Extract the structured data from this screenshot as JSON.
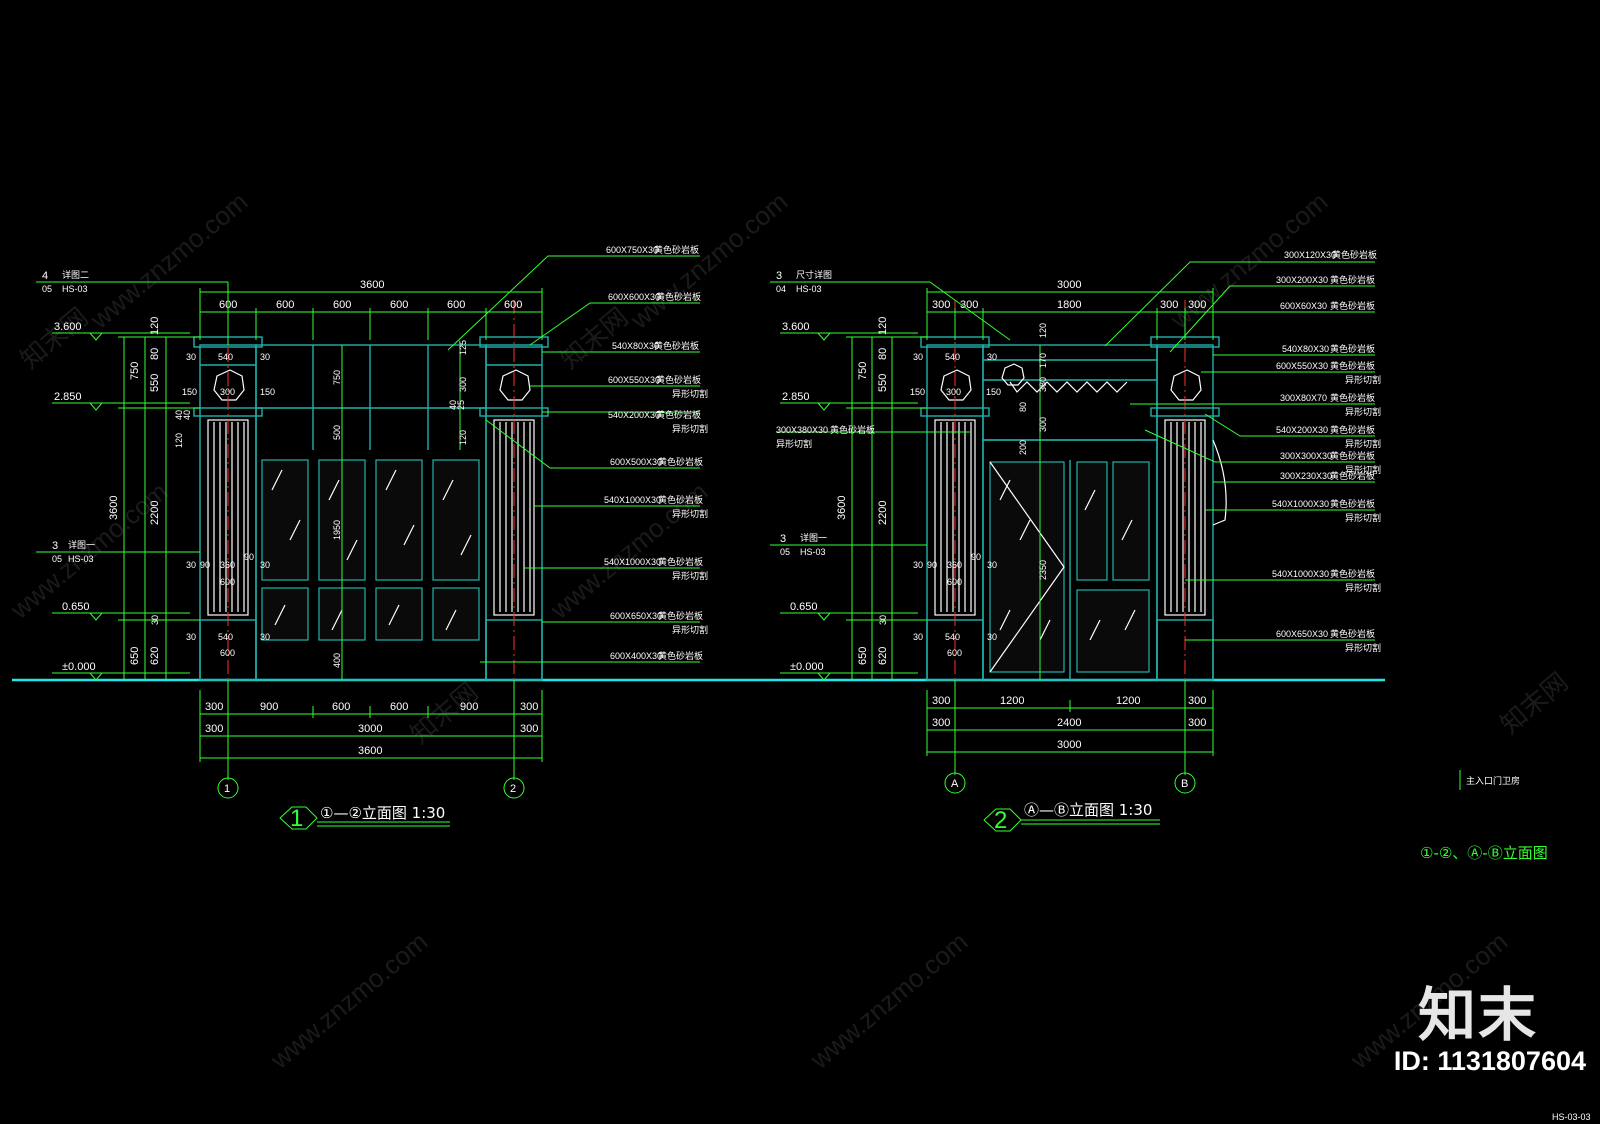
{
  "elevation_left": {
    "title": "①—②立面图 1:30",
    "number": "1",
    "axis_left": "1",
    "axis_right": "2",
    "detail_top": {
      "number": "4",
      "sheet": "05",
      "ref": "HS-03",
      "note": "详图二"
    },
    "detail_mid": {
      "number": "3",
      "sheet": "05",
      "ref": "HS-03",
      "note": "详图一"
    },
    "levels": [
      "3.600",
      "2.850",
      "0.650",
      "±0.000"
    ],
    "top_dims": [
      "3600",
      "600",
      "600",
      "600",
      "600",
      "600",
      "600"
    ],
    "bottom_dims_1": [
      "300",
      "900",
      "600",
      "600",
      "900",
      "300"
    ],
    "bottom_dims_2": [
      "300",
      "3000",
      "300"
    ],
    "bottom_dims_3": [
      "3600"
    ],
    "vertical_dims": [
      "750",
      "550",
      "80",
      "120",
      "3600",
      "2200",
      "650",
      "620",
      "30",
      "40",
      "40",
      "120"
    ],
    "inner_dims": [
      "30",
      "540",
      "30",
      "150",
      "300",
      "150",
      "30",
      "90",
      "360",
      "90",
      "30",
      "600",
      "30",
      "540",
      "30",
      "600"
    ],
    "opening_dims": [
      "750",
      "500",
      "1950",
      "400",
      "125",
      "300",
      "40",
      "25",
      "120"
    ],
    "labels": [
      {
        "code": "600X750X30",
        "mat": "黄色砂岩板"
      },
      {
        "code": "600X600X30",
        "mat": "黄色砂岩板"
      },
      {
        "code": "540X80X30",
        "mat": "黄色砂岩板"
      },
      {
        "code": "600X550X30",
        "mat": "黄色砂岩板",
        "note": "异形切割"
      },
      {
        "code": "540X200X30",
        "mat": "黄色砂岩板",
        "note": "异形切割"
      },
      {
        "code": "600X500X30",
        "mat": "黄色砂岩板"
      },
      {
        "code": "540X1000X30",
        "mat": "黄色砂岩板",
        "note": "异形切割"
      },
      {
        "code": "540X1000X30",
        "mat": "黄色砂岩板",
        "note": "异形切割"
      },
      {
        "code": "600X650X30",
        "mat": "黄色砂岩板",
        "note": "异形切割"
      },
      {
        "code": "600X400X30",
        "mat": "黄色砂岩板"
      }
    ]
  },
  "elevation_right": {
    "title": "Ⓐ—Ⓑ立面图 1:30",
    "number": "2",
    "axis_left": "A",
    "axis_right": "B",
    "detail_top": {
      "number": "3",
      "sheet": "04",
      "ref": "HS-03",
      "note": "尺寸详图"
    },
    "detail_mid": {
      "number": "3",
      "sheet": "05",
      "ref": "HS-03",
      "note": "详图一"
    },
    "levels": [
      "3.600",
      "2.850",
      "0.650",
      "±0.000"
    ],
    "top_dims": [
      "3000",
      "300",
      "300",
      "1800",
      "300",
      "300"
    ],
    "bottom_dims_1": [
      "300",
      "1200",
      "1200",
      "300"
    ],
    "bottom_dims_2": [
      "300",
      "2400",
      "300"
    ],
    "bottom_dims_3": [
      "3000"
    ],
    "vertical_dims": [
      "750",
      "550",
      "80",
      "120",
      "3600",
      "2200",
      "650",
      "620",
      "30",
      "150"
    ],
    "inner_dims": [
      "30",
      "540",
      "30",
      "300",
      "150",
      "30",
      "90",
      "360",
      "90",
      "30",
      "600",
      "30",
      "540",
      "30",
      "600"
    ],
    "opening_dims": [
      "120",
      "170",
      "380",
      "80",
      "300",
      "200",
      "2350"
    ],
    "side_label": {
      "code": "300X380X30",
      "mat": "黄色砂岩板",
      "note": "异形切割"
    },
    "labels": [
      {
        "code": "300X120X30",
        "mat": "黄色砂岩板"
      },
      {
        "code": "300X200X30",
        "mat": "黄色砂岩板"
      },
      {
        "code": "600X60X30",
        "mat": "黄色砂岩板"
      },
      {
        "code": "540X80X30",
        "mat": "黄色砂岩板"
      },
      {
        "code": "600X550X30",
        "mat": "黄色砂岩板",
        "note": "异形切割"
      },
      {
        "code": "300X80X70",
        "mat": "黄色砂岩板",
        "note": "异形切割"
      },
      {
        "code": "540X200X30",
        "mat": "黄色砂岩板",
        "note": "异形切割"
      },
      {
        "code": "300X300X30",
        "mat": "黄色砂岩板",
        "note": "异形切割"
      },
      {
        "code": "300X230X30",
        "mat": "黄色砂岩板"
      },
      {
        "code": "540X1000X30",
        "mat": "黄色砂岩板",
        "note": "异形切割"
      },
      {
        "code": "540X1000X30",
        "mat": "黄色砂岩板",
        "note": "异形切割"
      },
      {
        "code": "600X650X30",
        "mat": "黄色砂岩板",
        "note": "异形切割"
      }
    ]
  },
  "title_block": {
    "project": "主入口门卫房",
    "sheet_title": "①-②、Ⓐ-Ⓑ立面图",
    "sheet_no": "HS-03-03"
  },
  "watermark": {
    "site": "www.znzmo.com",
    "brand": "知末网",
    "logo": "知末",
    "id": "ID: 1131807604"
  },
  "colors": {
    "background": "#000000",
    "dimension": "#33ff33",
    "outline": "#20b2aa",
    "axis": "#ff3030",
    "text": "#ffffff"
  }
}
